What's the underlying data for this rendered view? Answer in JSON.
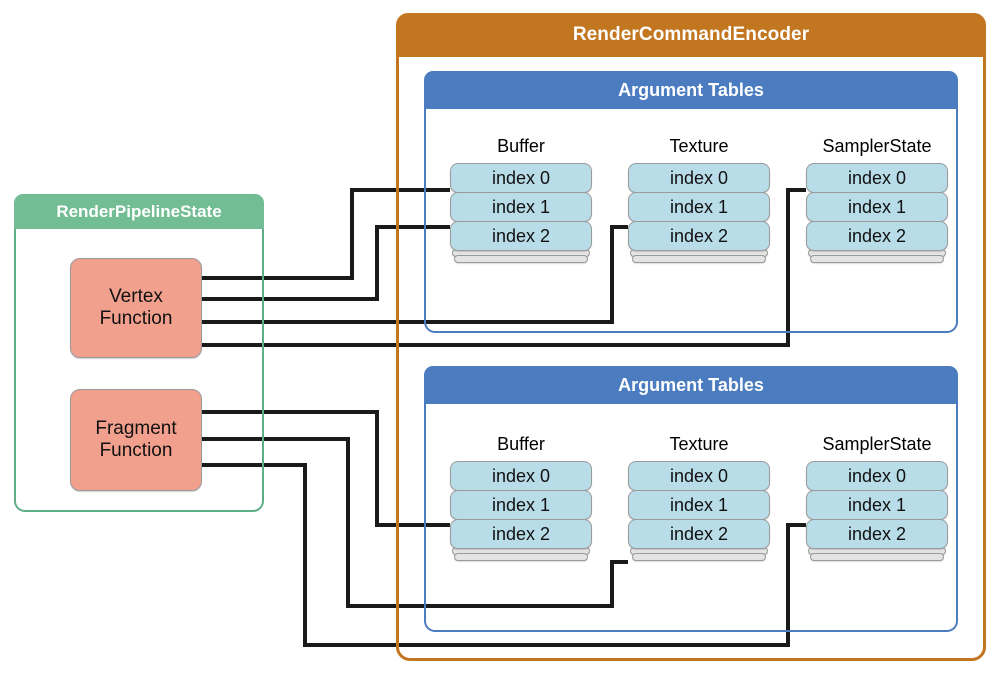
{
  "diagram": {
    "title": "Metal RenderCommandEncoder argument tables",
    "colors": {
      "encoder": "#C2761F",
      "pipeline": "#72BD94",
      "argument_tables": "#4A7CBF",
      "function_block": "#F2A08E",
      "index_slot": "#B8DCE8",
      "wire": "#1a1a1a"
    }
  },
  "encoder": {
    "label": "RenderCommandEncoder"
  },
  "pipeline_state": {
    "label": "RenderPipelineState",
    "functions": [
      {
        "name": "vertex-function",
        "line1": "Vertex",
        "line2": "Function"
      },
      {
        "name": "fragment-function",
        "line1": "Fragment",
        "line2": "Function"
      }
    ]
  },
  "argument_tables": [
    {
      "label": "Argument Tables",
      "stage": "vertex",
      "columns": [
        {
          "title": "Buffer",
          "slots": [
            "index 0",
            "index 1",
            "index 2"
          ]
        },
        {
          "title": "Texture",
          "slots": [
            "index 0",
            "index 1",
            "index 2"
          ]
        },
        {
          "title": "SamplerState",
          "slots": [
            "index 0",
            "index 1",
            "index 2"
          ]
        }
      ]
    },
    {
      "label": "Argument Tables",
      "stage": "fragment",
      "columns": [
        {
          "title": "Buffer",
          "slots": [
            "index 0",
            "index 1",
            "index 2"
          ]
        },
        {
          "title": "Texture",
          "slots": [
            "index 0",
            "index 1",
            "index 2"
          ]
        },
        {
          "title": "SamplerState",
          "slots": [
            "index 0",
            "index 1",
            "index 2"
          ]
        }
      ]
    }
  ],
  "connections": [
    {
      "from": "Vertex Function",
      "to": "vertex/Buffer/index 0"
    },
    {
      "from": "Vertex Function",
      "to": "vertex/Buffer/index 1"
    },
    {
      "from": "Vertex Function",
      "to": "vertex/Texture/index 1"
    },
    {
      "from": "Vertex Function",
      "to": "vertex/SamplerState/index 0"
    },
    {
      "from": "Fragment Function",
      "to": "fragment/Buffer/index 1"
    },
    {
      "from": "Fragment Function",
      "to": "fragment/Texture/index 2"
    },
    {
      "from": "Fragment Function",
      "to": "fragment/SamplerState/index 1"
    }
  ]
}
